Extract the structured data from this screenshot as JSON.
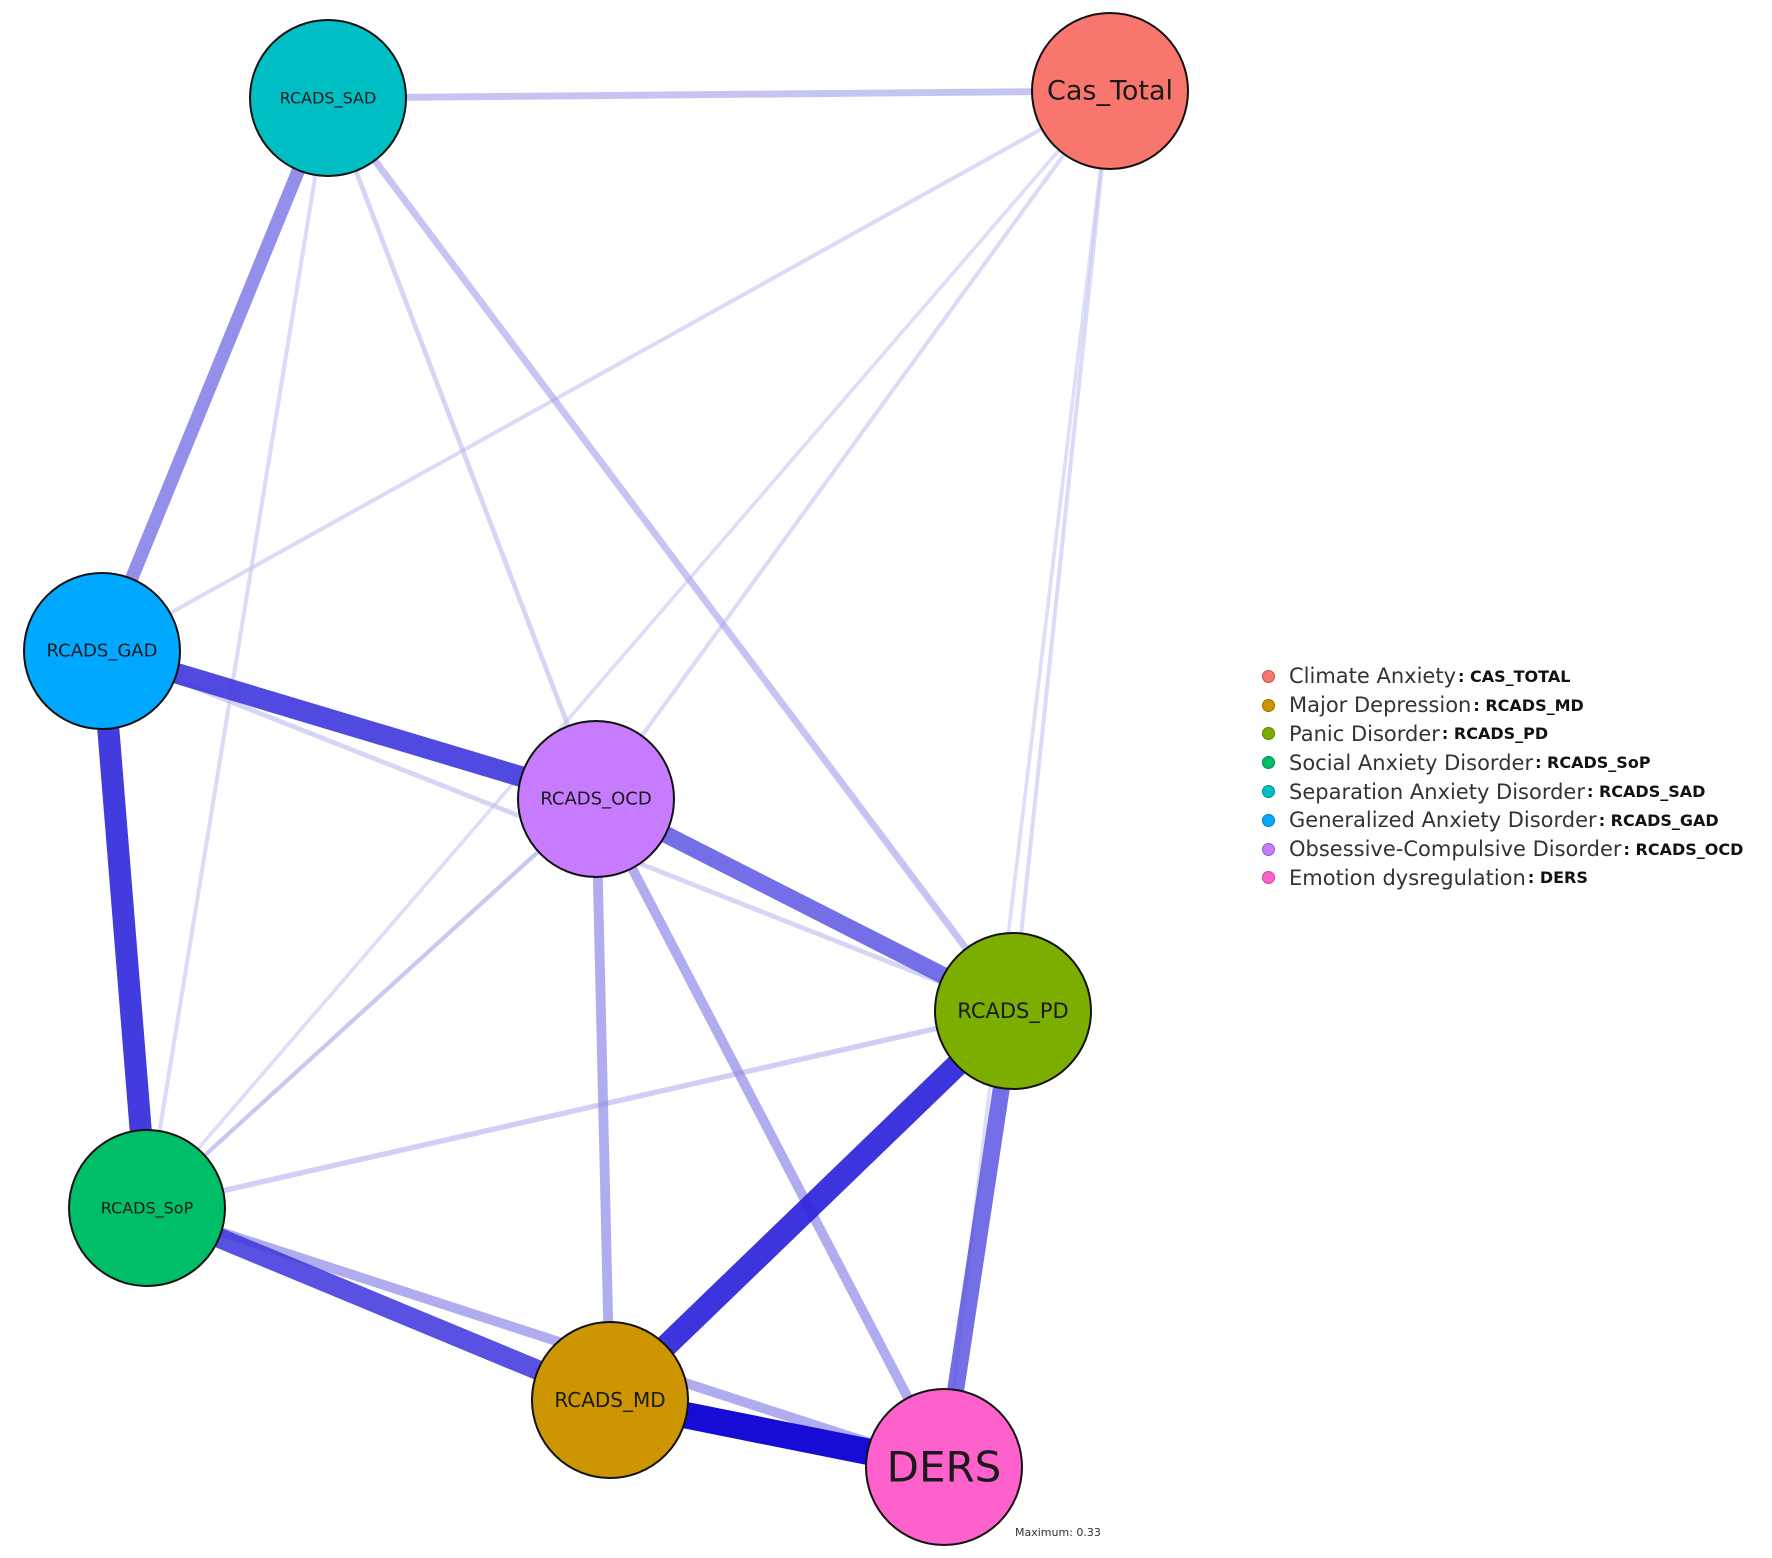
{
  "nodes": [
    {
      "id": "RCADS_SAD",
      "label": "RCADS_SAD",
      "color": "#00BFC4"
    },
    {
      "id": "Cas_Total",
      "label": "Cas_Total",
      "color": "#F8766D"
    },
    {
      "id": "RCADS_GAD",
      "label": "RCADS_GAD",
      "color": "#00A9FF"
    },
    {
      "id": "RCADS_OCD",
      "label": "RCADS_OCD",
      "color": "#C77CFF"
    },
    {
      "id": "RCADS_PD",
      "label": "RCADS_PD",
      "color": "#7CAE00"
    },
    {
      "id": "RCADS_SoP",
      "label": "RCADS_SoP",
      "color": "#00BE67"
    },
    {
      "id": "RCADS_MD",
      "label": "RCADS_MD",
      "color": "#CD9600"
    },
    {
      "id": "DERS",
      "label": "DERS",
      "color": "#FF61CC"
    }
  ],
  "edges": [
    {
      "from": "RCADS_SAD",
      "to": "Cas_Total",
      "weight": 0.06
    },
    {
      "from": "RCADS_SAD",
      "to": "RCADS_GAD",
      "weight": 0.15
    },
    {
      "from": "RCADS_SAD",
      "to": "RCADS_SoP",
      "weight": 0.02
    },
    {
      "from": "RCADS_SAD",
      "to": "RCADS_OCD",
      "weight": 0.03
    },
    {
      "from": "RCADS_SAD",
      "to": "RCADS_PD",
      "weight": 0.06
    },
    {
      "from": "Cas_Total",
      "to": "RCADS_GAD",
      "weight": 0.02
    },
    {
      "from": "Cas_Total",
      "to": "RCADS_OCD",
      "weight": 0.02
    },
    {
      "from": "Cas_Total",
      "to": "RCADS_SoP",
      "weight": 0.015
    },
    {
      "from": "Cas_Total",
      "to": "RCADS_PD",
      "weight": 0.02
    },
    {
      "from": "Cas_Total",
      "to": "DERS",
      "weight": 0.015
    },
    {
      "from": "RCADS_GAD",
      "to": "RCADS_OCD",
      "weight": 0.25
    },
    {
      "from": "RCADS_GAD",
      "to": "RCADS_SoP",
      "weight": 0.27
    },
    {
      "from": "RCADS_GAD",
      "to": "RCADS_PD",
      "weight": 0.03
    },
    {
      "from": "RCADS_OCD",
      "to": "RCADS_PD",
      "weight": 0.2
    },
    {
      "from": "RCADS_OCD",
      "to": "RCADS_MD",
      "weight": 0.1
    },
    {
      "from": "RCADS_OCD",
      "to": "DERS",
      "weight": 0.1
    },
    {
      "from": "RCADS_OCD",
      "to": "RCADS_SoP",
      "weight": 0.025
    },
    {
      "from": "RCADS_PD",
      "to": "RCADS_SoP",
      "weight": 0.04
    },
    {
      "from": "RCADS_PD",
      "to": "RCADS_MD",
      "weight": 0.28
    },
    {
      "from": "RCADS_PD",
      "to": "DERS",
      "weight": 0.2
    },
    {
      "from": "RCADS_SoP",
      "to": "RCADS_MD",
      "weight": 0.24
    },
    {
      "from": "RCADS_SoP",
      "to": "DERS",
      "weight": 0.1
    },
    {
      "from": "RCADS_SoP",
      "to": "RCADS_OCD",
      "weight": 0.02
    },
    {
      "from": "RCADS_MD",
      "to": "DERS",
      "weight": 0.33
    }
  ],
  "legend": [
    {
      "label": "Climate Anxiety",
      "code": ": CAS_TOTAL",
      "color": "#F8766D"
    },
    {
      "label": "Major Depression",
      "code": " : RCADS_MD",
      "color": "#CD9600"
    },
    {
      "label": "Panic Disorder",
      "code": " : RCADS_PD",
      "color": "#7CAE00"
    },
    {
      "label": "Social Anxiety Disorder",
      "code": " : RCADS_SoP",
      "color": "#00BE67"
    },
    {
      "label": "Separation Anxiety Disorder",
      "code": " : RCADS_SAD",
      "color": "#00BFC4"
    },
    {
      "label": "Generalized Anxiety Disorder",
      "code": " : RCADS_GAD",
      "color": "#00A9FF"
    },
    {
      "label": "Obsessive-Compulsive Disorder",
      "code": " : RCADS_OCD",
      "color": "#C77CFF"
    },
    {
      "label": "Emotion dysregulation",
      "code": " : DERS",
      "color": "#FF61CC"
    }
  ],
  "maximum_note": "Maximum: 0.33",
  "edge_max": 0.33
}
